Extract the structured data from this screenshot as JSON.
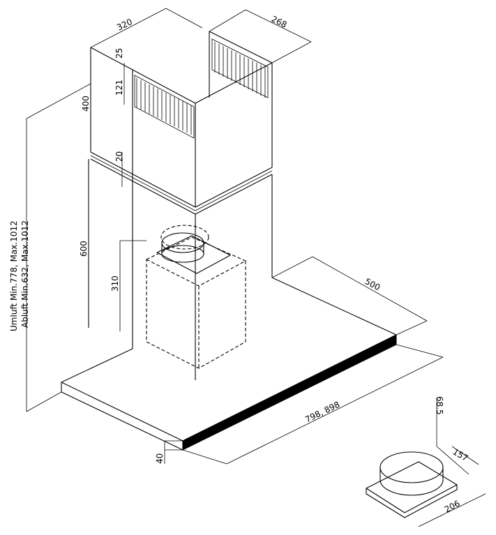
{
  "dimensions": {
    "chimney_width": "320",
    "chimney_depth": "268",
    "upper_offset": "25",
    "vent_height": "121",
    "upper_chimney_height": "400",
    "overlap": "20",
    "lower_chimney_height": "600",
    "motor_height": "310",
    "hood_depth": "500",
    "hood_width": "798, 898",
    "hood_thickness": "40",
    "total_height_recirc": "Umluft Min.778, Max.1012",
    "total_height_extract": "Abluft Min.632, Max.1012",
    "flange_height": "68.5",
    "flange_depth": "157",
    "flange_width": "206"
  }
}
